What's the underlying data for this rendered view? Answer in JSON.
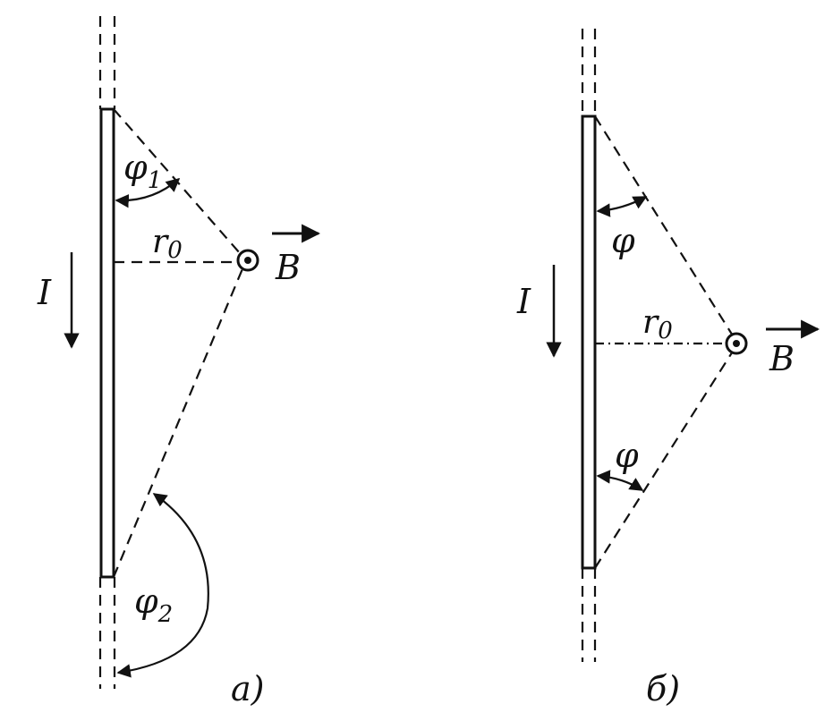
{
  "diagram_a": {
    "current_label": "I",
    "r_label": "r",
    "r_sub": "0",
    "phi1_label": "φ",
    "phi1_sub": "1",
    "phi2_label": "φ",
    "phi2_sub": "2",
    "b_label": "B",
    "caption": "а)"
  },
  "diagram_b": {
    "current_label": "I",
    "r_label": "r",
    "r_sub": "0",
    "phi_top_label": "φ",
    "phi_bottom_label": "φ",
    "b_label": "B",
    "caption": "б)"
  }
}
